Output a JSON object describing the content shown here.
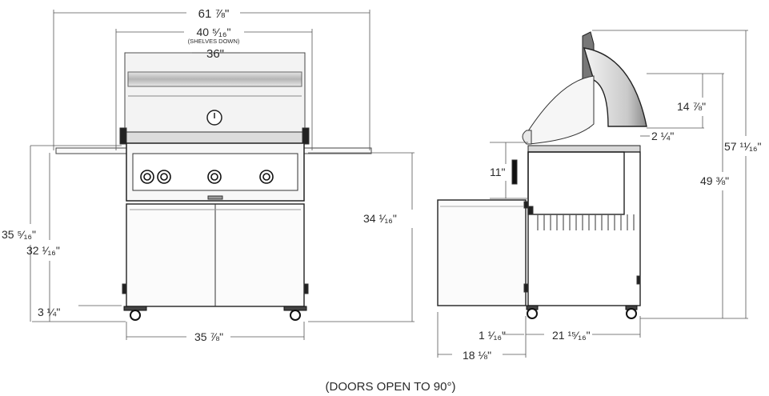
{
  "front_view": {
    "overall_width": "61 ⅞\"",
    "shelves_width": "40 ⁵⁄₁₆\"",
    "shelves_note": "(SHELVES DOWN)",
    "hood_width": "36\"",
    "height_to_shelf": "35 ⁵⁄₁₆\"",
    "height_to_cart_top": "32 ¹⁄₁₆\"",
    "caster_height": "3 ¼\"",
    "cart_height": "34 ¹⁄₁₆\"",
    "cart_width": "35 ⅞\""
  },
  "side_view": {
    "hood_open_height": "14 ⅞\"",
    "handle_offset": "2 ¼\"",
    "total_height_open": "57 ¹¹⁄₁₆\"",
    "total_height_closed": "49 ⅜\"",
    "control_panel_height": "11\"",
    "door_gap": "1 ¹⁄₁₆\"",
    "cart_depth": "21 ¹⁵⁄₁₆\"",
    "overall_depth": "18 ⅛\""
  },
  "footnote": "(DOORS OPEN TO 90°)"
}
